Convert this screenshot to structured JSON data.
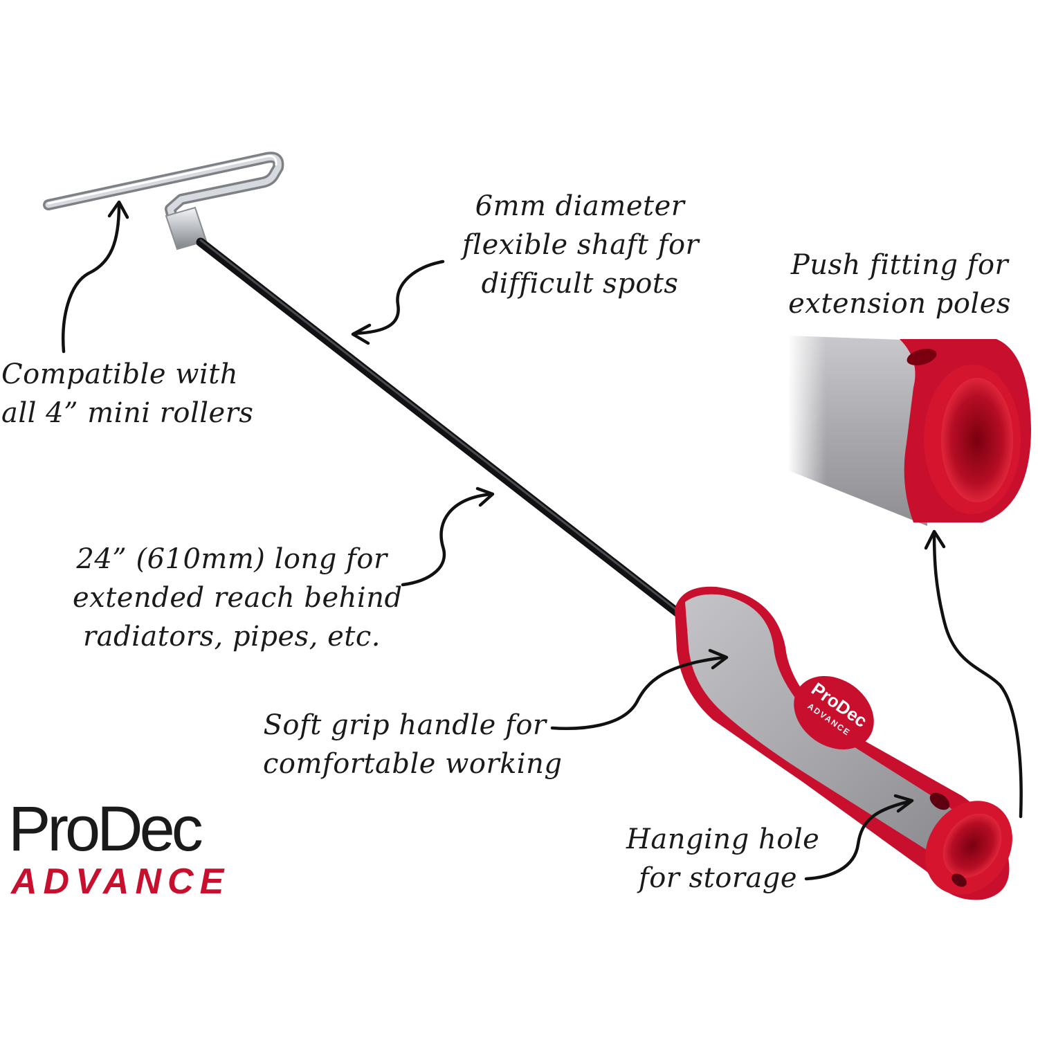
{
  "callouts": {
    "shaft": {
      "line1": "6mm diameter",
      "line2": "flexible shaft for",
      "line3": "difficult spots"
    },
    "rollers": {
      "line1": "Compatible with",
      "line2": "all 4” mini rollers"
    },
    "fitting": {
      "line1": "Push fitting for",
      "line2": "extension poles"
    },
    "length": {
      "line1": "24” (610mm) long for",
      "line2": "extended reach behind",
      "line3": "radiators, pipes, etc."
    },
    "grip": {
      "line1": "Soft grip handle for",
      "line2": "comfortable working"
    },
    "hole": {
      "line1": "Hanging hole",
      "line2": "for storage"
    }
  },
  "brand": {
    "name": "ProDec",
    "sub": "ADVANCE"
  },
  "handle_badge": {
    "name": "ProDec",
    "sub": "ADVANCE"
  },
  "colors": {
    "accent_red": "#c8102e",
    "handle_grey": "#a8a8ac",
    "shaft_black": "#1c1c1f",
    "frame_silver": "#c9ccd0",
    "ink": "#1a1a1a"
  }
}
